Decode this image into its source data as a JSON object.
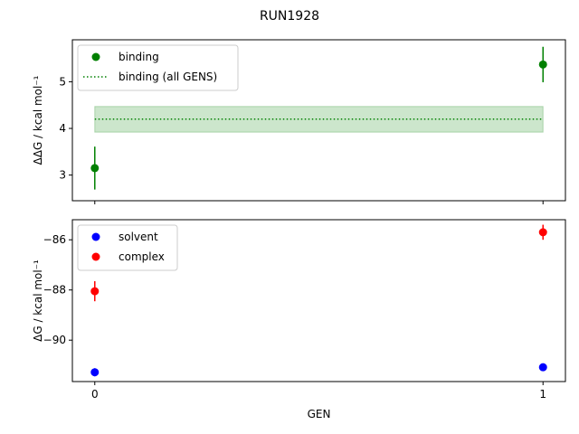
{
  "figure": {
    "title": "RUN1928"
  },
  "chart_data": [
    {
      "type": "scatter",
      "title": "",
      "xlabel": "",
      "ylabel": "ΔΔG / kcal mol⁻¹",
      "xlim": [
        -0.05,
        1.05
      ],
      "ylim": [
        2.45,
        5.9
      ],
      "yticks": [
        3,
        4,
        5
      ],
      "xticks": [
        0,
        1
      ],
      "legend": "upper-left",
      "series": [
        {
          "name": "binding",
          "kind": "errorbar",
          "color": "#008000",
          "x": [
            0,
            1
          ],
          "y": [
            3.15,
            5.37
          ],
          "err": [
            0.46,
            0.38
          ]
        }
      ],
      "hlines": [
        {
          "name": "binding (all GENS)",
          "style": "dotted",
          "color": "#008000",
          "y": 4.2,
          "band": [
            3.92,
            4.47
          ],
          "x_range": [
            0,
            1
          ]
        }
      ]
    },
    {
      "type": "scatter",
      "title": "",
      "xlabel": "GEN",
      "ylabel": "ΔG / kcal mol⁻¹",
      "xlim": [
        -0.05,
        1.05
      ],
      "ylim": [
        -91.65,
        -85.2
      ],
      "yticks": [
        -90,
        -88,
        -86
      ],
      "xticks": [
        0,
        1
      ],
      "xtick_labels": [
        "0",
        "1"
      ],
      "legend": "upper-left",
      "series": [
        {
          "name": "solvent",
          "kind": "errorbar",
          "color": "#0000ff",
          "x": [
            0,
            1
          ],
          "y": [
            -91.28,
            -91.08
          ],
          "err": [
            0.16,
            0.15
          ]
        },
        {
          "name": "complex",
          "kind": "errorbar",
          "color": "#ff0000",
          "x": [
            0,
            1
          ],
          "y": [
            -88.05,
            -85.7
          ],
          "err": [
            0.4,
            0.3
          ]
        }
      ]
    }
  ]
}
